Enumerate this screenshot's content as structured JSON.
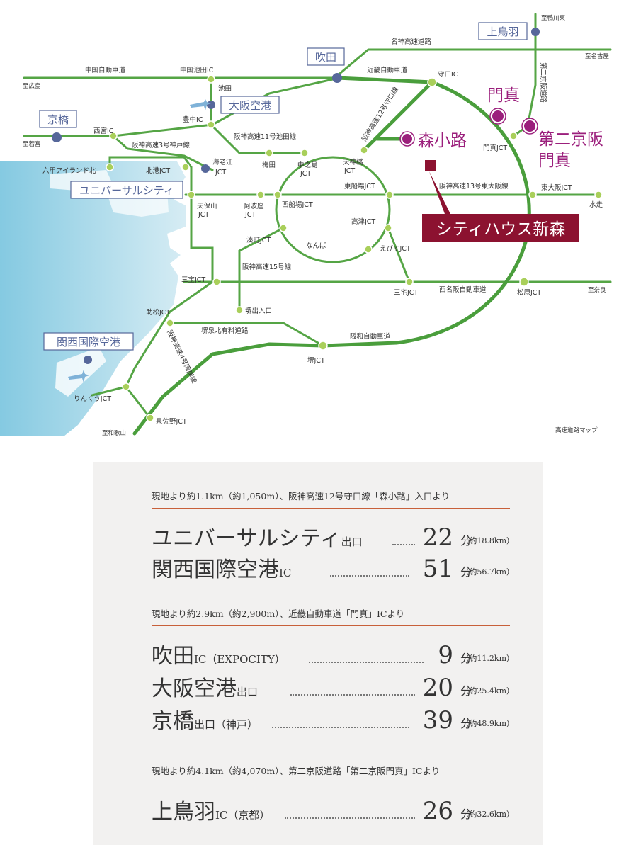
{
  "map": {
    "caption": "高速道路マップ",
    "site_name": "シティハウス新森",
    "stations": {
      "morishoji": "森小路",
      "kadoma": "門真",
      "daini_keihan_kadoma_1": "第二京阪",
      "daini_keihan_kadoma_2": "門真",
      "suita": "吹田",
      "kamitoba": "上鳥羽",
      "osaka_airport": "大阪空港",
      "kyobashi": "京橋",
      "usj": "ユニバーサルシティ",
      "kix": "関西国際空港"
    },
    "destinations": {
      "to_kamogawa_higashi": "至鴨川東",
      "to_nagoya": "至名古屋",
      "to_hiroshima": "至広島",
      "to_wakamiya": "至若宮",
      "to_nara": "至奈良",
      "to_wakayama": "至和歌山"
    },
    "roads": {
      "meishin": "名神高速道路",
      "chugoku": "中国自動車道",
      "kinki": "近畿自動車道",
      "daini_keihan": "第二京阪道路",
      "hanshin12": "阪神高速12号守口線",
      "hanshin11": "阪神高速11号池田線",
      "hanshin3": "阪神高速3号神戸線",
      "hanshin13": "阪神高速13号東大阪線",
      "hanshin15": "阪神高速15号線",
      "nishimeihan": "西名阪自動車道",
      "sakaisenboku": "堺泉北有料道路",
      "hanwa": "阪和自動車道",
      "hanshin4": "阪神高速4号湾岸線"
    },
    "nodes": {
      "moriguchi_ic": "守口IC",
      "chugoku_ikeda_ic": "中国池田IC",
      "ikeda": "池田",
      "toyonaka_ic": "豊中IC",
      "nishinomiya_ic": "西宮IC",
      "rokko": "六甲アイランド北",
      "kitako_jct": "北港JCT",
      "ebie_jct_1": "海老江",
      "ebie_jct_2": "JCT",
      "umeda": "梅田",
      "nakanoshima_1": "中之島",
      "nakanoshima_2": "JCT",
      "tenjinbashi_1": "天神橋",
      "tenjinbashi_2": "JCT",
      "higashisenba": "東船場JCT",
      "nishisenba": "西船場JCT",
      "awaza_1": "阿波座",
      "awaza_2": "JCT",
      "tempozan_1": "天保山",
      "tempozan_2": "JCT",
      "kadoma_jct": "門真JCT",
      "higashiosaka_jct": "東大阪JCT",
      "mizuhai": "水走",
      "takatsu_jct": "高津JCT",
      "minatomachi_jct": "湊町JCT",
      "namba": "なんば",
      "ebisu_jct": "えびすJCT",
      "sanpo_jct": "三宝JCT",
      "mitaku_jct": "三宅JCT",
      "matsubara_jct": "松原JCT",
      "sakaide": "堺出入口",
      "sukematsu_jct": "助松JCT",
      "sakai_jct": "堺JCT",
      "rinku_jct": "りんくうJCT",
      "izumisano_jct": "泉佐野JCT"
    }
  },
  "sections": [
    {
      "header": "現地より約1.1km（約1,050m）、阪神高速12号守口線「森小路」入口より",
      "rows": [
        {
          "name": "ユニバーサルシティ",
          "suffix": "出口",
          "minutes": "22",
          "unit": "分",
          "km": "（約18.8km）"
        },
        {
          "name": "関西国際空港",
          "suffix": "IC",
          "minutes": "51",
          "unit": "分",
          "km": "（約56.7km）"
        }
      ]
    },
    {
      "header": "現地より約2.9km（約2,900m）、近畿自動車道「門真」ICより",
      "rows": [
        {
          "name": "吹田",
          "suffix": "IC（EXPOCITY）",
          "minutes": "9",
          "unit": "分",
          "km": "（約11.2km）"
        },
        {
          "name": "大阪空港",
          "suffix": "出口",
          "minutes": "20",
          "unit": "分",
          "km": "（約25.4km）"
        },
        {
          "name": "京橋",
          "suffix": "出口（神戸）",
          "minutes": "39",
          "unit": "分",
          "km": "（約48.9km）"
        }
      ]
    },
    {
      "header": "現地より約4.1km（約4,070m）、第二京阪道路「第二京阪門真」ICより",
      "rows": [
        {
          "name": "上鳥羽",
          "suffix": "IC（京都）",
          "minutes": "26",
          "unit": "分",
          "km": "（約32.6km）"
        }
      ]
    }
  ],
  "colors": {
    "road": "#4a9e3c",
    "road_light": "#67ae55",
    "node": "#a9cf5a",
    "sea": "#a9d8e8",
    "station": "#56679a",
    "accent_purple": "#9b1f7c",
    "site": "#8c1230",
    "rule": "#c8603a"
  }
}
